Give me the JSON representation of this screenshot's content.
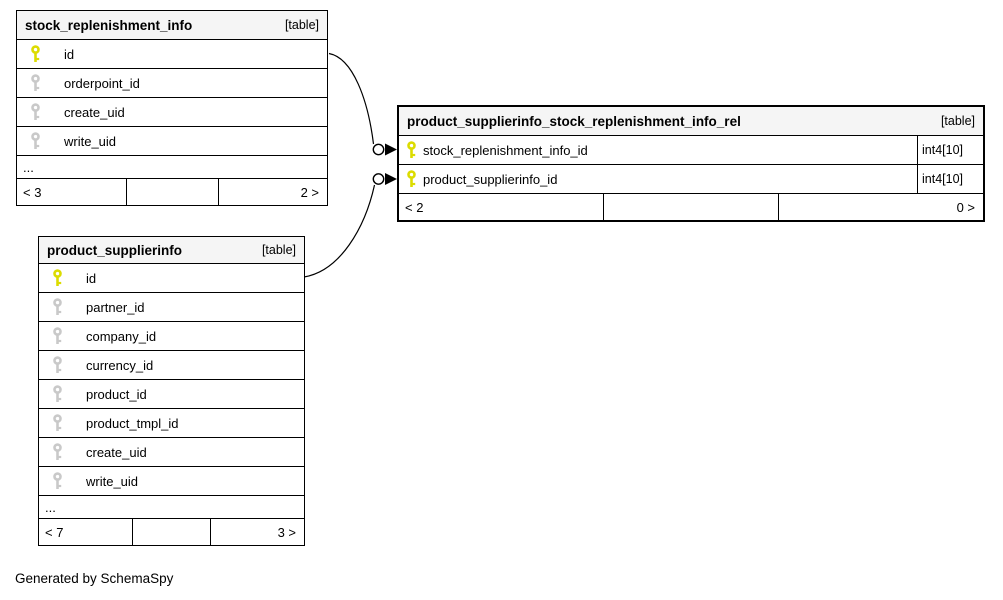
{
  "page": {
    "generator_note": "Generated by SchemaSpy"
  },
  "colors": {
    "primary_key_icon": "#dcdc00",
    "reference_key_icon": "#c9c9c9",
    "header_background": "#f5f5f5",
    "border": "#000000",
    "background": "#ffffff"
  },
  "tables": [
    {
      "name": "stock_replenishment_info",
      "badge": "[table]",
      "columns": [
        {
          "name": "id",
          "key": "primary",
          "type": ""
        },
        {
          "name": "orderpoint_id",
          "key": "reference",
          "type": ""
        },
        {
          "name": "create_uid",
          "key": "reference",
          "type": ""
        },
        {
          "name": "write_uid",
          "key": "reference",
          "type": ""
        }
      ],
      "truncated_indicator": "...",
      "pager": {
        "left": "< 3",
        "right": "2 >"
      }
    },
    {
      "name": "product_supplierinfo_stock_replenishment_info_rel",
      "badge": "[table]",
      "columns": [
        {
          "name": "stock_replenishment_info_id",
          "key": "primary",
          "type": "int4[10]"
        },
        {
          "name": "product_supplierinfo_id",
          "key": "primary",
          "type": "int4[10]"
        }
      ],
      "truncated_indicator": "",
      "pager": {
        "left": "< 2",
        "right": "0 >"
      }
    },
    {
      "name": "product_supplierinfo",
      "badge": "[table]",
      "columns": [
        {
          "name": "id",
          "key": "primary",
          "type": ""
        },
        {
          "name": "partner_id",
          "key": "reference",
          "type": ""
        },
        {
          "name": "company_id",
          "key": "reference",
          "type": ""
        },
        {
          "name": "currency_id",
          "key": "reference",
          "type": ""
        },
        {
          "name": "product_id",
          "key": "reference",
          "type": ""
        },
        {
          "name": "product_tmpl_id",
          "key": "reference",
          "type": ""
        },
        {
          "name": "create_uid",
          "key": "reference",
          "type": ""
        },
        {
          "name": "write_uid",
          "key": "reference",
          "type": ""
        }
      ],
      "truncated_indicator": "...",
      "pager": {
        "left": "< 7",
        "right": "3 >"
      }
    }
  ],
  "relationships": [
    {
      "from": "stock_replenishment_info.id",
      "to": "product_supplierinfo_stock_replenishment_info_rel.stock_replenishment_info_id",
      "end_decoration": "circle-arrow"
    },
    {
      "from": "product_supplierinfo.id",
      "to": "product_supplierinfo_stock_replenishment_info_rel.product_supplierinfo_id",
      "end_decoration": "circle-arrow"
    }
  ]
}
